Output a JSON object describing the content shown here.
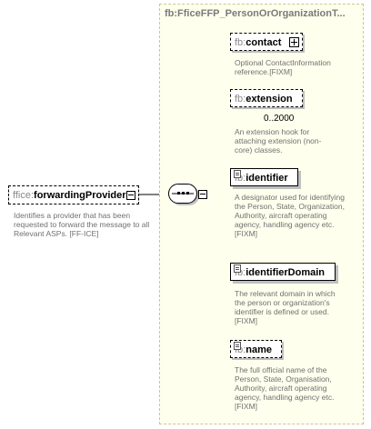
{
  "root": {
    "prefix": "ffice:",
    "name": "forwardingProvider",
    "description": "Identifies a provider that has been requested to forward the message to all Relevant ASPs. [FF-ICE]"
  },
  "type": {
    "title": "fb:FficeFFP_PersonOrOrganizationT..."
  },
  "children": [
    {
      "prefix": "fb:",
      "name": "contact",
      "occurs": "",
      "description": "Optional ContactInformation reference.[FIXM]"
    },
    {
      "prefix": "fb:",
      "name": "extension",
      "occurs": "0..2000",
      "description": "An extension hook for attaching extension (non-core) classes."
    },
    {
      "prefix": "fb:",
      "name": "identifier",
      "occurs": "",
      "description": "A designator used for identifying the Person, State, Organization, Authority, aircraft operating agency, handling agency etc.  [FIXM]"
    },
    {
      "prefix": "fb:",
      "name": "identifierDomain",
      "occurs": "",
      "description": "The relevant domain in which the person or organization's identifier is defined or used.  [FIXM]"
    },
    {
      "prefix": "fb:",
      "name": "name",
      "occurs": "",
      "description": "The full official name of the Person, State, Organisation, Authority, aircraft operating agency, handling agency etc. [FIXM]"
    }
  ],
  "colors": {
    "type_background": "#ffffee",
    "description_text": "#707070"
  },
  "icons": [
    "expand-plus-icon",
    "sequence-compositor-icon",
    "text-content-icon",
    "collapse-minus-icon"
  ]
}
